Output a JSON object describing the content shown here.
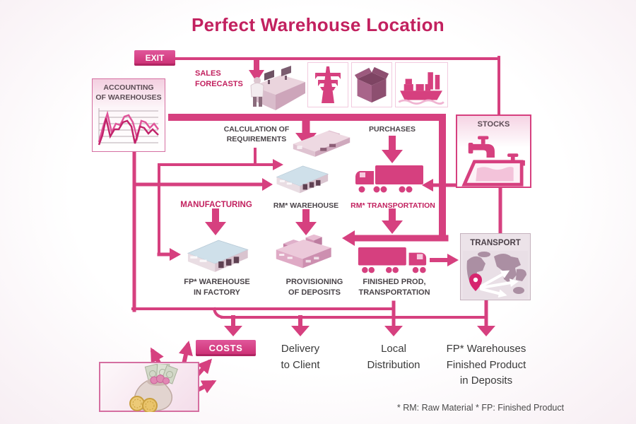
{
  "title": "Perfect Warehouse Location",
  "colors": {
    "primary": "#d6407f",
    "accent_text": "#c2215f",
    "dark_text": "#4a4449",
    "panel_fill": "#fbeaf2"
  },
  "buttons": {
    "exit": "EXIT",
    "costs": "COSTS"
  },
  "labels": {
    "sales_forecasts": "SALES\nFORECASTS",
    "accounting": "ACCOUNTING\nOF WAREHOUSES",
    "calculation": "CALCULATION OF\nREQUIREMENTS",
    "purchases": "PURCHASES",
    "stocks": "STOCKS",
    "manufacturing": "MANUFACTURING",
    "rm_warehouse": "RM* WAREHOUSE",
    "rm_transportation": "RM* TRANSPORTATION",
    "transport": "TRANSPORT",
    "fp_warehouse": "FP* WAREHOUSE\nIN FACTORY",
    "provisioning": "PROVISIONING\nOF DEPOSITS",
    "finished_prod": "FINISHED PROD,\nTRANSPORTATION",
    "delivery": "Delivery\nto Client",
    "local_distribution": "Local\nDistribution",
    "fp_warehouses_deposits": "FP* Warehouses\nFinished Product\nin Deposits",
    "footnote": "* RM: Raw Material  * FP: Finished Product"
  }
}
